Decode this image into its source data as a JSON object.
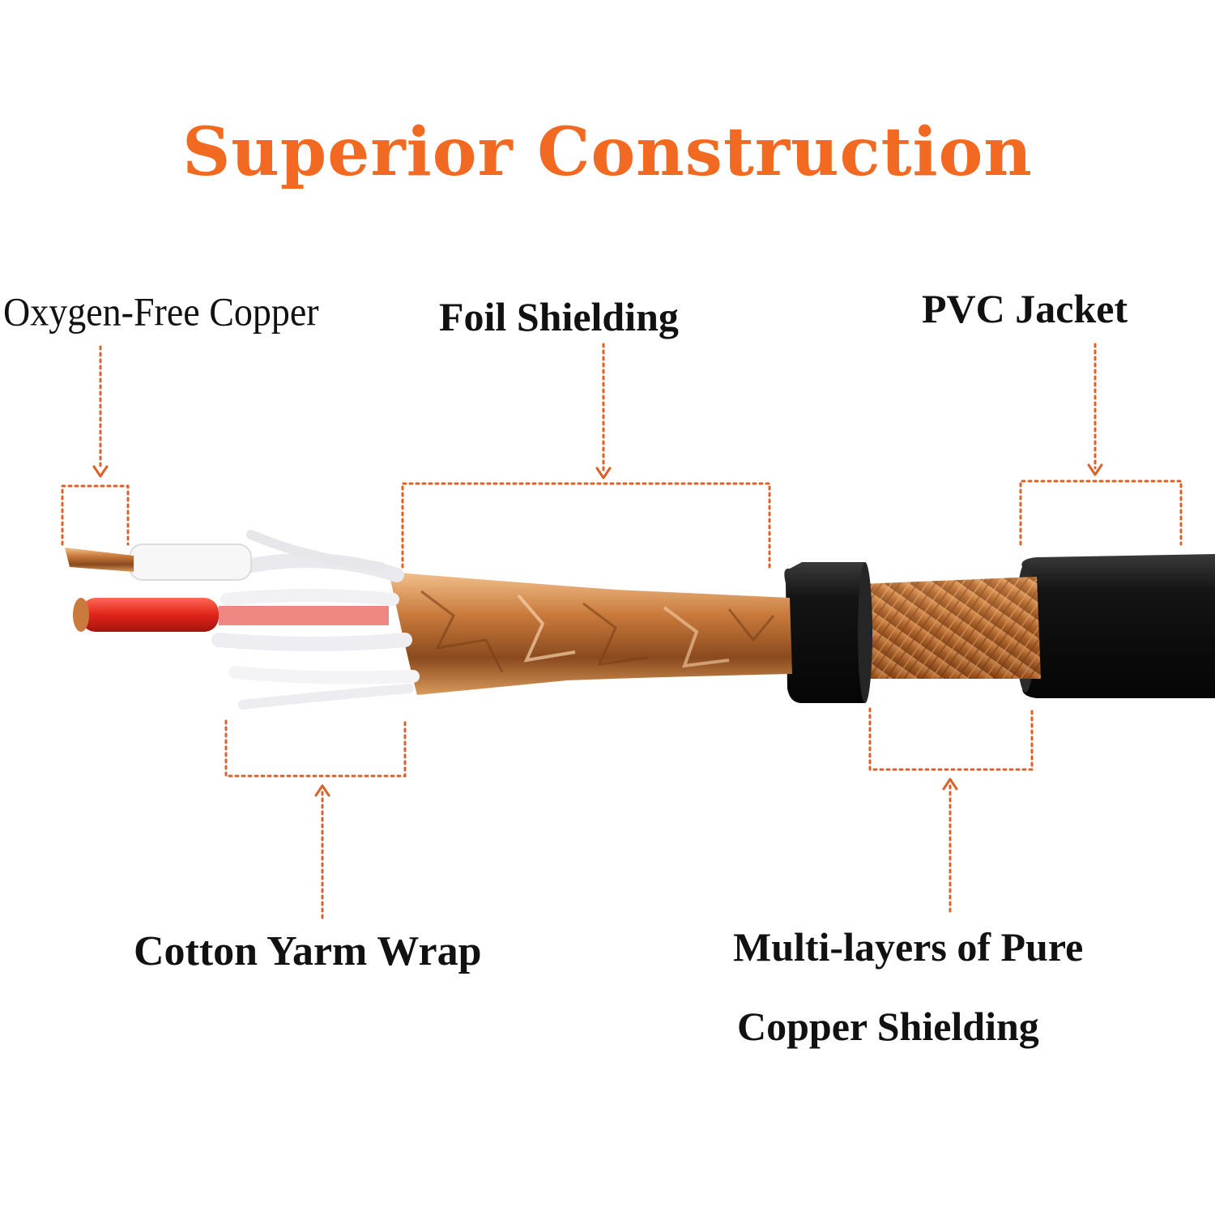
{
  "title": "Superior Construction",
  "labels": {
    "oxygen_free_copper": "Oxygen-Free Copper",
    "foil_shielding": "Foil Shielding",
    "pvc_jacket": "PVC Jacket",
    "cotton_yarn_wrap": "Cotton Yarm Wrap",
    "copper_shielding_line1": "Multi-layers of Pure",
    "copper_shielding_line2": "Copper Shielding"
  },
  "colors": {
    "accent": "#f26a21",
    "callout": "#d9622a",
    "copper": "#c97a3c",
    "jacket": "#141414",
    "red_wire": "#e0241b",
    "text": "#111111"
  }
}
